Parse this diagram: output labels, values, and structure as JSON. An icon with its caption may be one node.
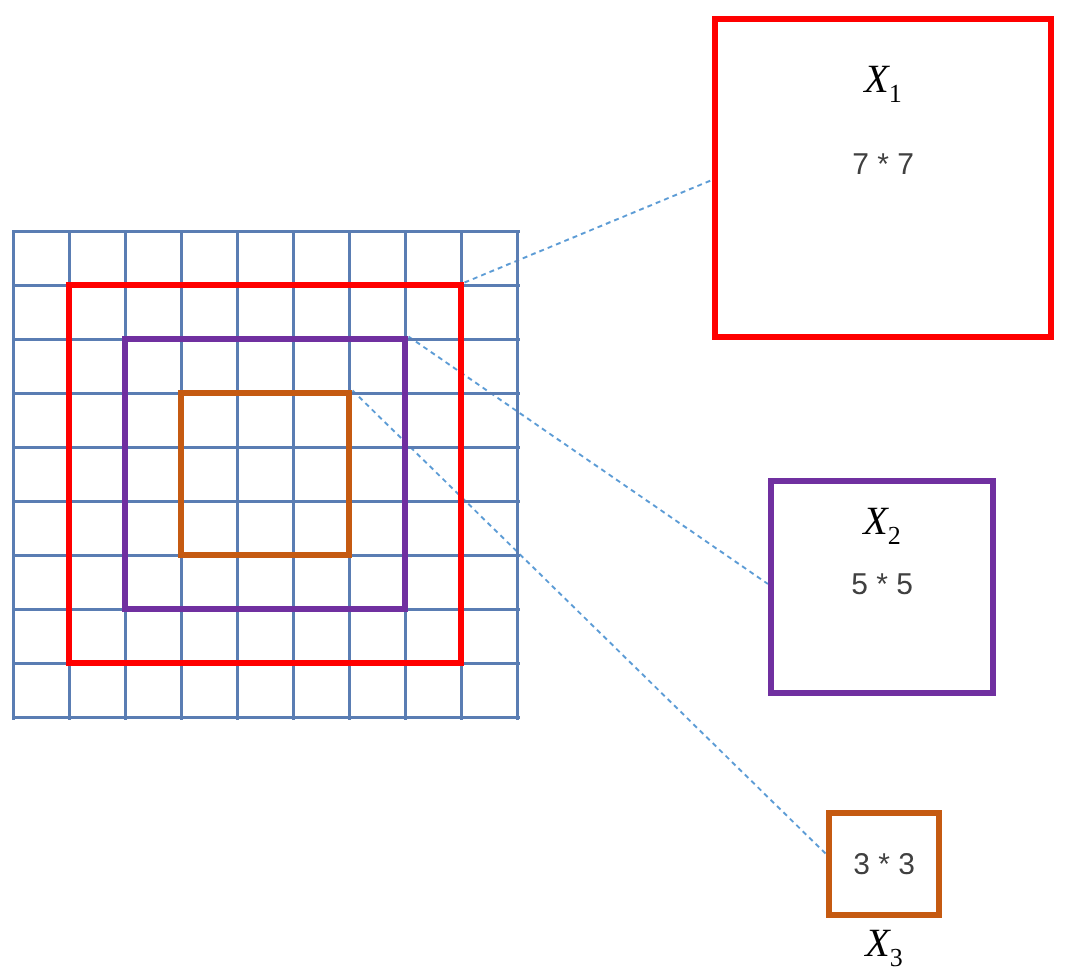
{
  "diagram": {
    "nodes": [
      {
        "text": [],
        "shape": "grid"
      },
      {
        "text": [],
        "shape": "box",
        "in": 0
      },
      {
        "text": [],
        "shape": "box",
        "in": 1
      },
      {
        "text": [],
        "shape": "box",
        "in": 2
      },
      {
        "text": [
          "*X*$_{1}$",
          "7 * 7"
        ]
      },
      {
        "text": [
          "*X*$_{2}$",
          "5 * 5"
        ]
      },
      {
        "text": [
          "3 * 3"
        ],
        "beside": [
          "*X*$_{3}$"
        ]
      }
    ],
    "edges": [
      {
        "from": 1,
        "to": 4,
        "arrow": "none",
        "style": "dashed"
      },
      {
        "from": 2,
        "to": 5,
        "arrow": "none",
        "style": "dashed"
      },
      {
        "from": 3,
        "to": 6,
        "arrow": "none",
        "style": "dashed"
      }
    ]
  }
}
